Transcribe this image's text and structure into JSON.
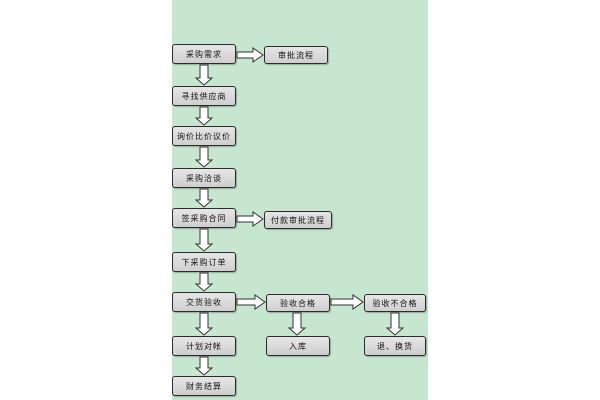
{
  "colors": {
    "panel": "#c7e6d0",
    "box_fill": "#d9d9d9",
    "box_border": "#2b2b2b",
    "arrow_fill": "#ffffff",
    "arrow_stroke": "#333333"
  },
  "flow": {
    "steps": [
      "采购需求",
      "寻找供应商",
      "询价比价议价",
      "采购洽谈",
      "签采购合同",
      "下采购订单",
      "交货验收",
      "计划对帐",
      "财务结算"
    ],
    "approval_process": "审批流程",
    "payment_approval_process": "付款审批流程",
    "inspection_pass": "验收合格",
    "inspection_fail": "验收不合格",
    "warehouse_in": "入库",
    "return_exchange": "退、换货"
  }
}
